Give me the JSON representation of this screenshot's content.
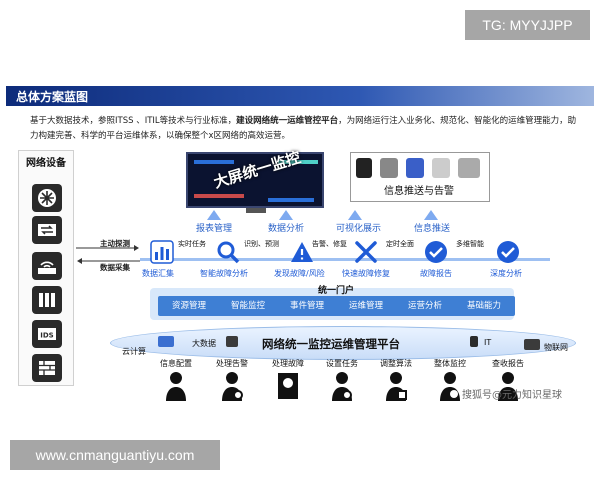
{
  "watermarks": {
    "top": "TG: MYYJJPP",
    "bottom": "www.cnmanguantiyu.com",
    "center": "搜狐号@元力知识星球"
  },
  "header": {
    "title": "总体方案蓝图"
  },
  "intro": {
    "part1": "基于大数据技术，参照ITSS 、ITIL等技术与行业标准，",
    "bold": "建设网络统一运维管控平台",
    "part2": "，为网络运行注入业务化、规范化、智能化的运维管理能力，助力构建完善、科学的平台运维体系，以确保整个x区网络的高效运营。"
  },
  "devices": {
    "title": "网络设备",
    "icons": [
      "router-icon",
      "switch-icon",
      "wireless-ap-icon",
      "server-rack-icon",
      "ids-icon",
      "firewall-icon"
    ],
    "ids_text": "IDS"
  },
  "side_labels": {
    "probe": "主动探测",
    "collect": "数据采集"
  },
  "screen": {
    "text": "大屏统一监控"
  },
  "info_push": {
    "label": "信息推送与告警"
  },
  "up_arrows": [
    "报表管理",
    "数据分析",
    "可视化展示",
    "信息推送"
  ],
  "flow": {
    "steps": [
      "数据汇集",
      "智能故障分析",
      "发现故障/风险",
      "快速故障修复",
      "故障报告",
      "深度分析"
    ],
    "mids": [
      "实时任务",
      "识别、预测",
      "告警、修复",
      "定时全面",
      "多维智能"
    ]
  },
  "portal": {
    "title": "统一门户",
    "modules": [
      "资源管理",
      "智能监控",
      "事件管理",
      "运维管理",
      "运营分析",
      "基础能力"
    ]
  },
  "platform": {
    "title": "网络统一监控运维管理平台",
    "left_labels": [
      "云计算",
      "大数据"
    ],
    "right_labels": [
      "IT",
      "物联网"
    ]
  },
  "users": [
    "信息配置",
    "处理告警",
    "处理故障",
    "设置任务",
    "调整算法",
    "整体监控",
    "查收报告"
  ],
  "colors": {
    "accent": "#1f5bd6",
    "title_bar": "#0d2b7a",
    "module": "#3e7fd4"
  }
}
